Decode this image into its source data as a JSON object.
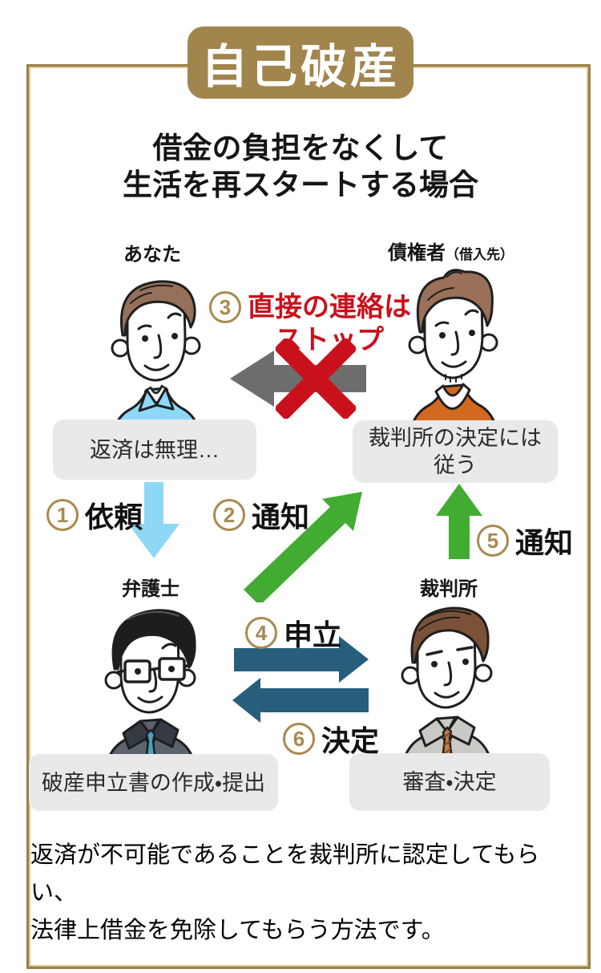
{
  "title": "自己破産",
  "subtitle": {
    "line1": "借金の負担をなくして",
    "line2": "生活を再スタートする場合"
  },
  "actors": {
    "you": {
      "label": "あなた",
      "speech": "返済は無理…"
    },
    "creditor": {
      "label": "債権者",
      "label_note": "（借入先）",
      "speech_line1": "裁判所の決定には",
      "speech_line2": "従う"
    },
    "lawyer": {
      "label": "弁護士",
      "speech": "破産申立書の作成・提出"
    },
    "court": {
      "label": "裁判所",
      "speech": "審査・決定"
    }
  },
  "steps": {
    "s1": {
      "num": "1",
      "label": "依頼"
    },
    "s2": {
      "num": "2",
      "label": "通知"
    },
    "s3": {
      "num": "3",
      "label_line1": "直接の連絡は",
      "label_line2": "ストップ"
    },
    "s4": {
      "num": "4",
      "label": "申立"
    },
    "s5": {
      "num": "5",
      "label": "通知"
    },
    "s6": {
      "num": "6",
      "label": "決定"
    }
  },
  "footer": {
    "line1": "返済が不可能であることを裁判所に認定してもらい、",
    "line2": "法律上借金を免除してもらう方法です。"
  },
  "colors": {
    "gold_badge": "#a1854c",
    "gold_border": "#9a7f47",
    "gold_step": "#a8894f",
    "red": "#c9111d",
    "green": "#41ab32",
    "light_blue": "#8ed7f7",
    "teal": "#275e7c",
    "gray_arrow": "#6d6d6d",
    "box_bg": "#e9e9e9"
  }
}
